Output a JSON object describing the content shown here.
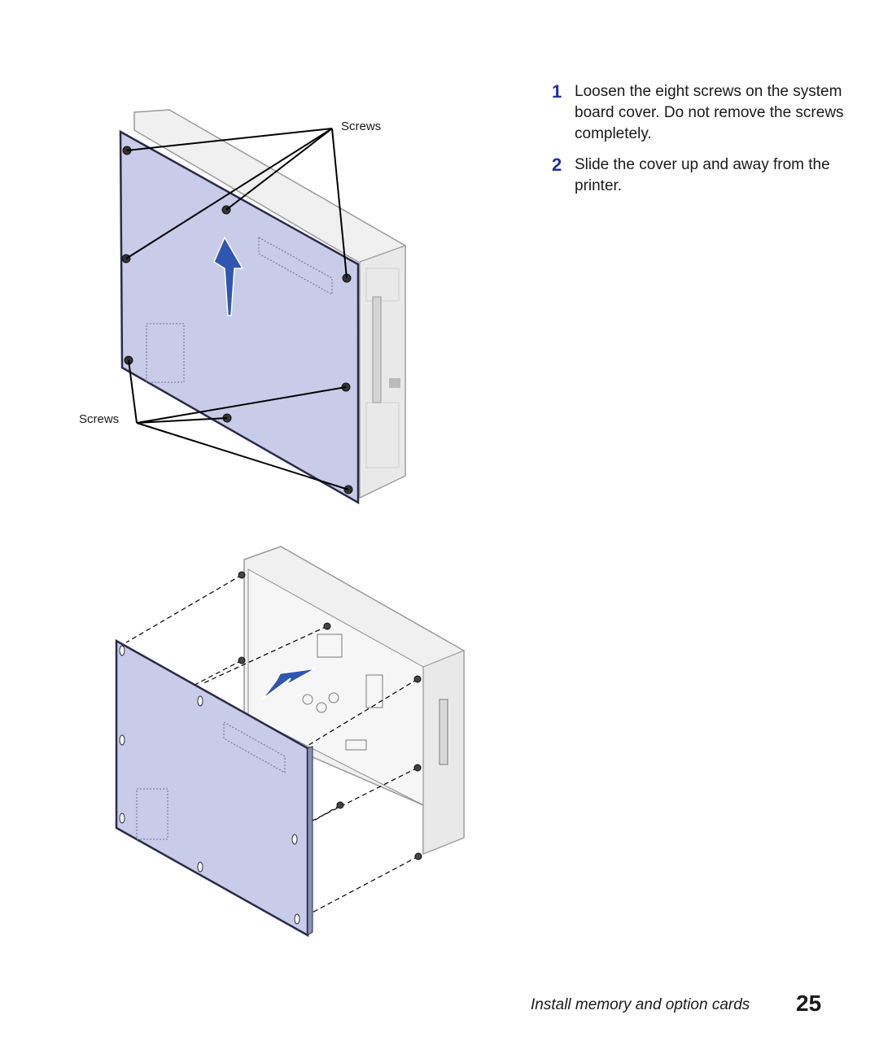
{
  "figure_top": {
    "callout_top": "Screws",
    "callout_bottom": "Screws"
  },
  "steps": [
    {
      "number": "1",
      "text": "Loosen the eight screws on the system board cover. Do not remove the screws completely."
    },
    {
      "number": "2",
      "text": "Slide the cover up and away from the printer."
    }
  ],
  "footer": {
    "title": "Install memory and option cards",
    "page_number": "25"
  },
  "colors": {
    "cover": "#c8cce8",
    "arrow": "#2f56b0",
    "step_number": "#1f2ea8",
    "printer_body": "#f0f0f0"
  }
}
